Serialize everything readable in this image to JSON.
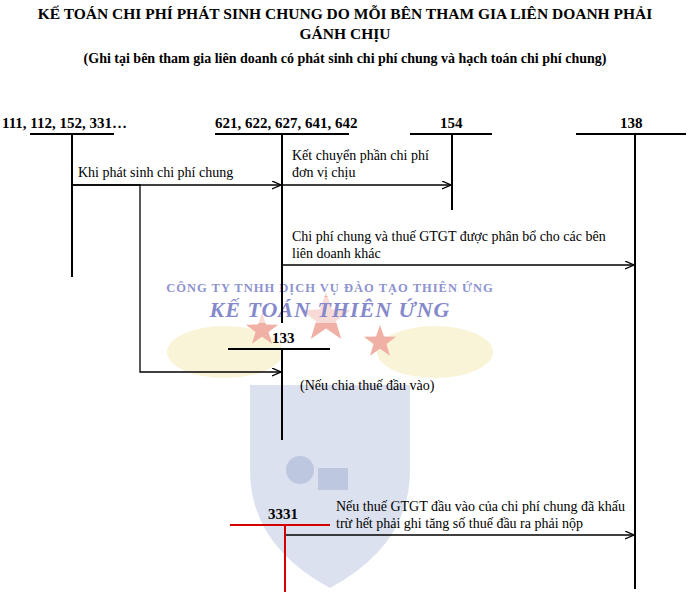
{
  "diagram": {
    "title": "KẾ TOÁN CHI PHÍ PHÁT SINH CHUNG DO MỖI BÊN THAM GIA LIÊN DOANH PHẢI GÁNH CHỊU",
    "nodes": [
      {
        "text": [
          "111, 112, 152, 331…"
        ]
      },
      {
        "text": [
          "621, 622, 627, 641, 642"
        ]
      },
      {
        "text": [
          "154"
        ]
      },
      {
        "text": [
          "138"
        ]
      },
      {
        "text": [
          "133"
        ]
      },
      {
        "text": [
          "3331"
        ]
      }
    ],
    "edges": [
      {
        "from": 0,
        "to": 1,
        "label": "Khi phát sinh chi phí chung",
        "arrow": "to"
      },
      {
        "from": 1,
        "to": 2,
        "label": "Kết chuyển phần chi phí đơn vị chịu",
        "arrow": "to"
      },
      {
        "from": 1,
        "to": 3,
        "label": "Chi phí chung và thuế GTGT được phân bổ cho các bên liên doanh khác",
        "arrow": "to"
      },
      {
        "from": 0,
        "to": 4,
        "label": "(Nếu chia thuế đầu vào)",
        "arrow": "to"
      },
      {
        "from": 5,
        "to": 3,
        "label": "Nếu thuế GTGT đầu vào của chi phí chung đã khấu trừ hết phải ghi tăng số thuế đầu ra phải nộp",
        "arrow": "to"
      }
    ],
    "labels": [
      "(Ghi tại bên tham gia liên doanh có phát sinh chi  phí chung và hạch toán chi phí chung)",
      "CÔNG TY TNHH DỊCH VỤ ĐÀO TẠO THIÊN ỨNG",
      "KẾ TOÁN THIÊN ỨNG"
    ]
  }
}
